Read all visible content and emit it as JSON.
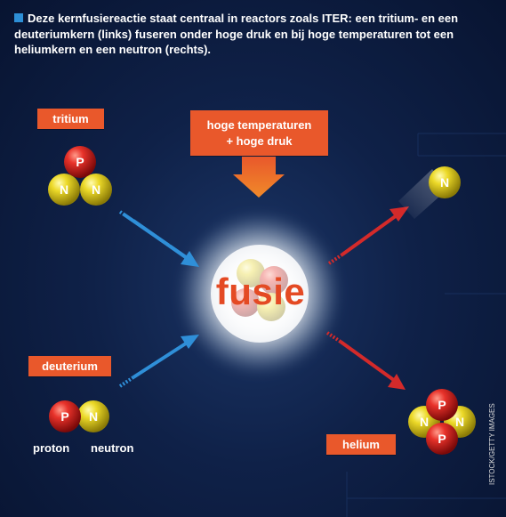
{
  "caption": "Deze kernfusiereactie staat centraal in reactors zoals ITER: een tritium- en een deuteriumkern (links) fuseren onder hoge druk en bij hoge temperaturen tot een heliumkern en een neutron (rechts).",
  "labels": {
    "tritium": "tritium",
    "deuterium": "deuterium",
    "helium": "helium",
    "conditions_line1": "hoge temperaturen",
    "conditions_line2": "+ hoge druk",
    "fusion": "fusie",
    "proton": "proton",
    "neutron": "neutron"
  },
  "particles": {
    "proton_letter": "P",
    "neutron_letter": "N"
  },
  "credit": "ISTOCK/GETTY IMAGES",
  "colors": {
    "background": "#0f2148",
    "label_bg": "#e9582b",
    "proton": "#d81e1e",
    "neutron": "#e5d51c",
    "arrow_in": "#2f8fd8",
    "arrow_out": "#d42a2a",
    "fusion_text": "#e44a24",
    "caption_marker": "#2d8fd6"
  }
}
